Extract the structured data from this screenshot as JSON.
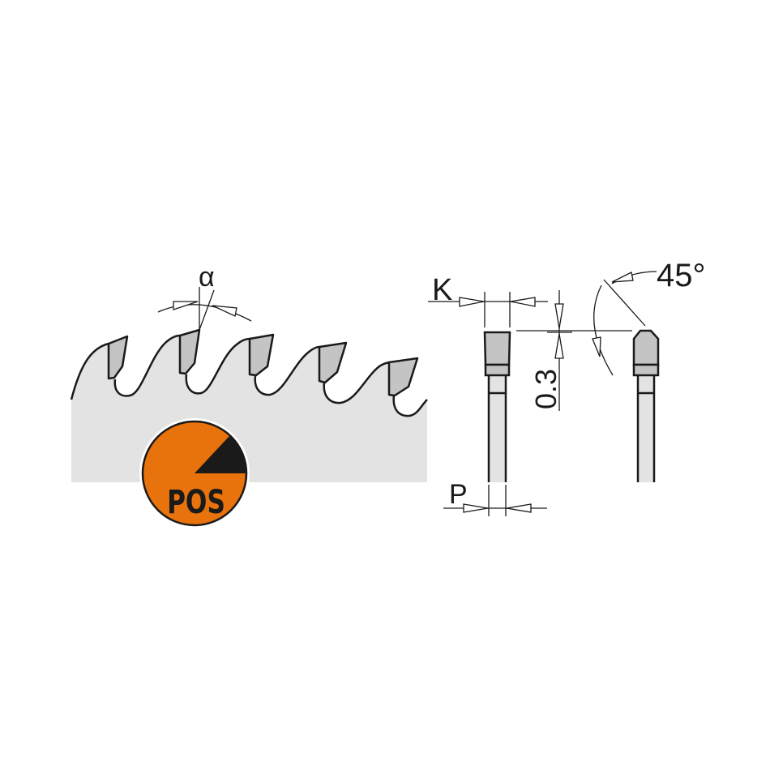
{
  "labels": {
    "hook_angle": "α",
    "kerf": "K",
    "plate": "P",
    "tip_height": "0.3",
    "chamfer_angle": "45°",
    "badge": "POS"
  },
  "colors": {
    "blade_fill": "#e3e3e3",
    "tip_fill": "#c4c4c4",
    "badge_orange": "#e8720c",
    "outline": "#1a1a1a"
  }
}
